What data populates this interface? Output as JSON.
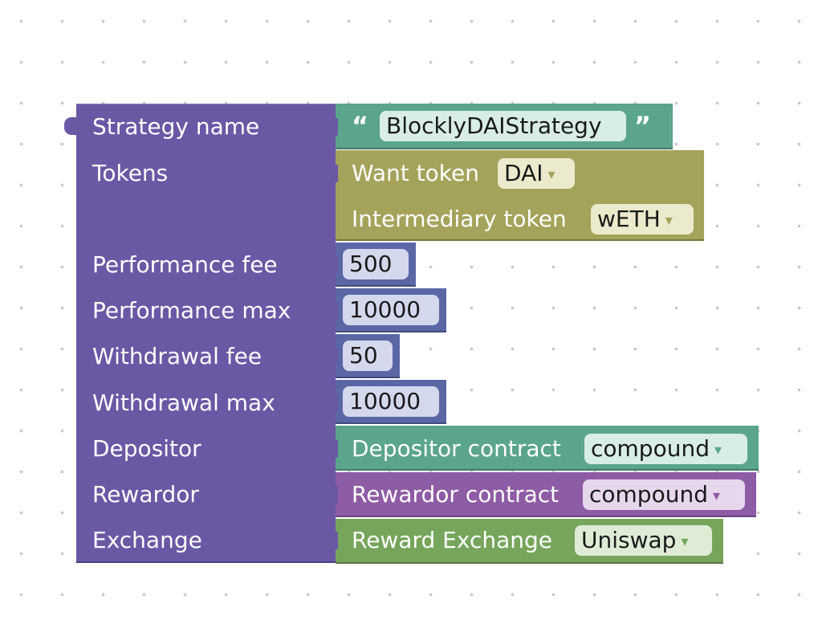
{
  "strategy_block": {
    "rows": [
      "Strategy name",
      "Tokens",
      "Performance fee",
      "Performance max",
      "Withdrawal fee",
      "Withdrawal max",
      "Depositor",
      "Rewardor",
      "Exchange"
    ]
  },
  "name_block": {
    "open_quote": "“",
    "value": "BlocklyDAIStrategy",
    "close_quote": "”"
  },
  "tokens_block": {
    "want_label": "Want token",
    "want_value": "DAI",
    "intermediary_label": "Intermediary token",
    "intermediary_value": "wETH"
  },
  "numbers": {
    "performance_fee": "500",
    "performance_max": "10000",
    "withdrawal_fee": "50",
    "withdrawal_max": "10000"
  },
  "depositor_block": {
    "label": "Depositor contract",
    "value": "compound"
  },
  "rewardor_block": {
    "label": "Rewardor contract",
    "value": "compound"
  },
  "exchange_block": {
    "label": "Reward Exchange",
    "value": "Uniswap"
  },
  "icons": {
    "dropdown": "▾"
  },
  "colors": {
    "strategy": "#6a58a5",
    "text_block": "#5ba58c",
    "tokens": "#a5a35b",
    "number": "#5b67a5",
    "depositor": "#5ba58c",
    "rewardor": "#8e5ba5",
    "exchange": "#76a55b"
  }
}
